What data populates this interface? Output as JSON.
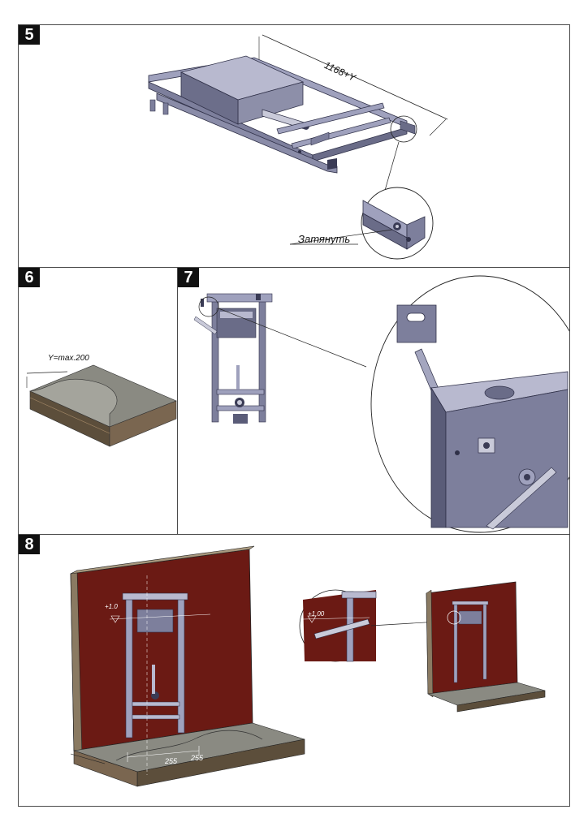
{
  "steps": [
    {
      "number": "5"
    },
    {
      "number": "6"
    },
    {
      "number": "7"
    },
    {
      "number": "8"
    }
  ],
  "step5": {
    "length_dimension": "1168+Y",
    "callout_label": "Затянуть"
  },
  "step6": {
    "depth_label": "Y=max.200"
  },
  "step8": {
    "level_mark_main": "+1.0",
    "level_mark_zoom": "+1.00",
    "offset_left": "255",
    "offset_right": "255"
  },
  "colors": {
    "frame_metal": "#7d7f9c",
    "frame_dark": "#3a3b55",
    "wall_brown": "#6b1a14",
    "floor_gray": "#8a8a82",
    "floor_side": "#5c4e3b"
  }
}
